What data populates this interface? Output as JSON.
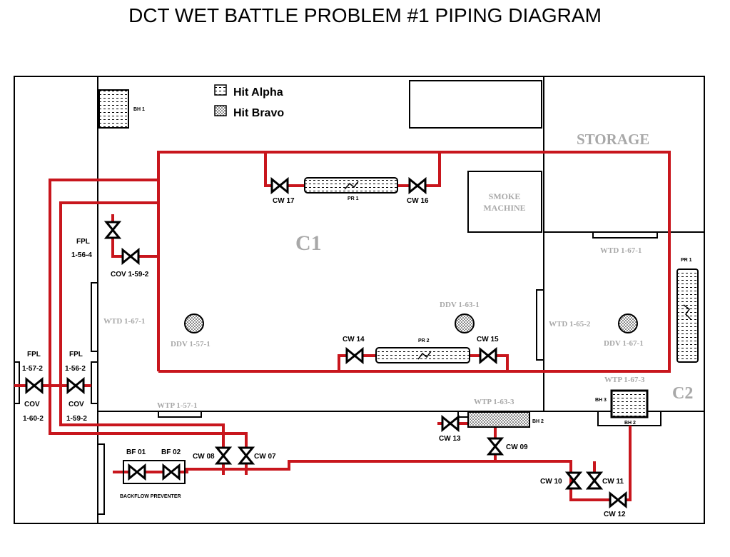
{
  "title": "DCT WET BATTLE PROBLEM #1 PIPING DIAGRAM",
  "colors": {
    "pipe": "#c8161d",
    "wall": "#000000",
    "gray_label": "#a8a8a8"
  },
  "legend": {
    "hit_alpha": "Hit Alpha",
    "hit_bravo": "Hit Bravo"
  },
  "rooms": {
    "c1": "C1",
    "c2": "C2",
    "storage": "STORAGE",
    "smoke_machine_line1": "SMOKE",
    "smoke_machine_line2": "MACHINE"
  },
  "valves": {
    "cw17": "CW 17",
    "cw16": "CW 16",
    "cw14": "CW 14",
    "cw15": "CW 15",
    "cw13": "CW 13",
    "cw09": "CW 09",
    "cw08": "CW 08",
    "cw07": "CW 07",
    "cw10": "CW 10",
    "cw11": "CW 11",
    "cw12": "CW 12",
    "bf01": "BF 01",
    "bf02": "BF 02",
    "backflow": "BACKFLOW PREVENTER",
    "cov_1_59_2": "COV 1-59-2"
  },
  "fpl": {
    "fpl_a": "FPL",
    "fpl_a_num": "1-56-4",
    "fpl_b": "FPL",
    "fpl_b_num": "1-57-2",
    "fpl_c": "FPL",
    "fpl_c_num": "1-56-2",
    "cov_b": "COV",
    "cov_b_num": "1-60-2",
    "cov_c": "COV",
    "cov_c_num": "1-59-2"
  },
  "fixtures": {
    "pr1_top": "PR 1",
    "pr2": "PR 2",
    "pr1_right": "PR 1",
    "bh1": "BH 1",
    "bh2_a": "BH 2",
    "bh2_b": "BH 2",
    "bh3": "BH 3"
  },
  "gray_labels": {
    "wtd_1_67_1_left": "WTD 1-67-1",
    "ddv_1_57_1": "DDV 1-57-1",
    "ddv_1_63_1": "DDV 1-63-1",
    "wtd_1_65_2": "WTD 1-65-2",
    "ddv_1_67_1": "DDV 1-67-1",
    "wtd_1_67_1_right": "WTD 1-67-1",
    "wtp_1_67_3": "WTP 1-67-3",
    "wtp_1_57_1": "WTP 1-57-1",
    "wtp_1_63_3": "WTP 1-63-3"
  }
}
